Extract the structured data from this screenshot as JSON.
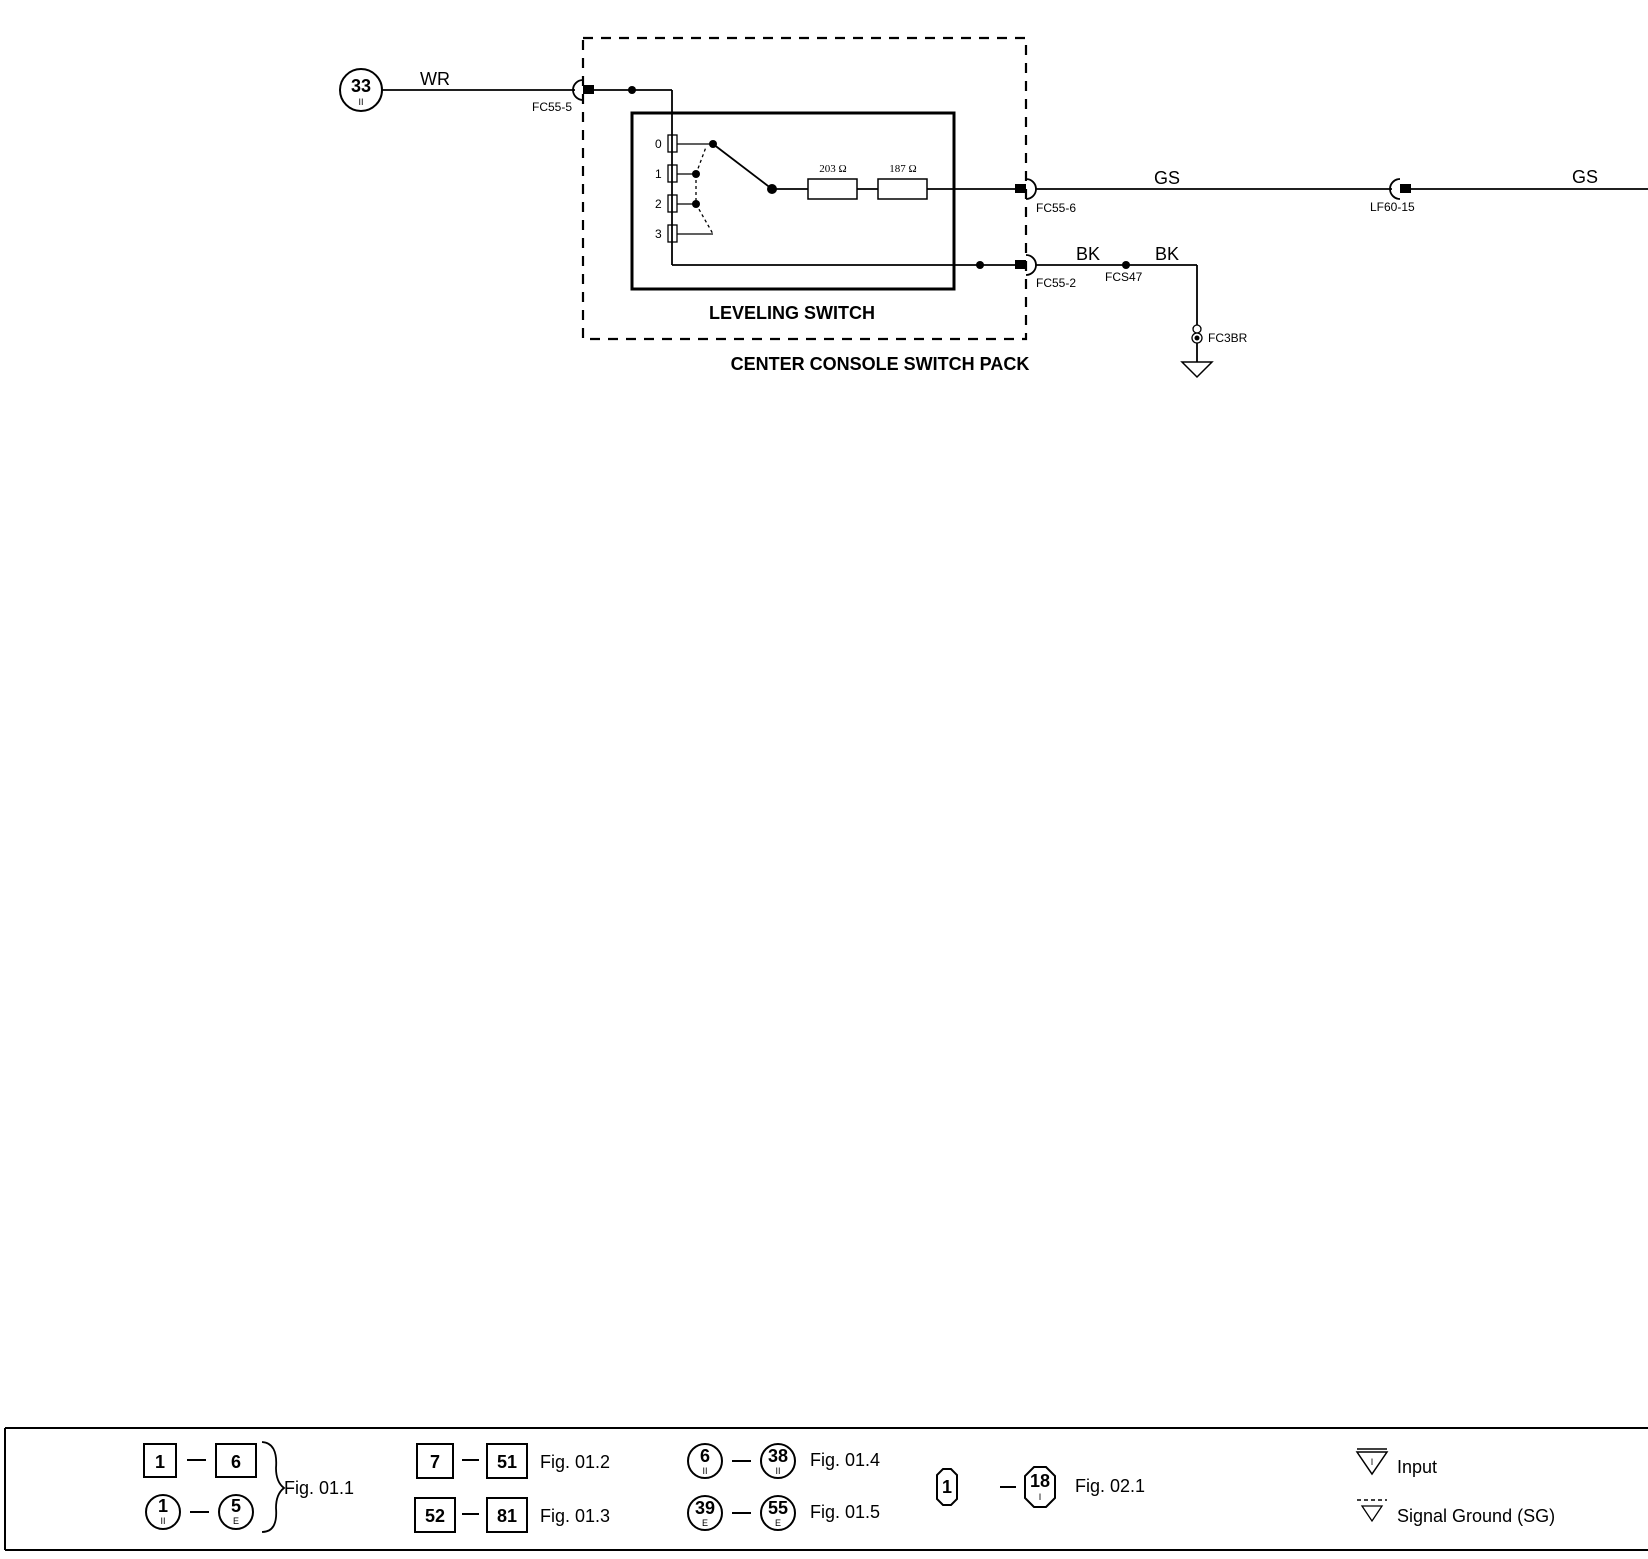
{
  "diagram": {
    "input_ref": {
      "number": "33",
      "sub": "II"
    },
    "wires": {
      "input": "WR",
      "output_left": "GS",
      "output_right": "GS",
      "ground_a": "BK",
      "ground_b": "BK"
    },
    "connectors": {
      "in": "FC55-5",
      "out": "FC55-6",
      "ground": "FC55-2",
      "inline": "LF60-15",
      "splice": "FCS47",
      "ground_point": "FC3BR"
    },
    "positions": [
      "0",
      "1",
      "2",
      "3"
    ],
    "resistors": [
      "203 Ω",
      "187 Ω"
    ],
    "inner_box_label": "LEVELING SWITCH",
    "outer_box_label": "CENTER CONSOLE SWITCH PACK"
  },
  "legend": {
    "g1": {
      "row1": {
        "from": "1",
        "to": "6"
      },
      "row2": {
        "from": "1",
        "from_sub": "II",
        "to": "5",
        "to_sub": "E"
      },
      "fig": "Fig. 01.1"
    },
    "g2": [
      {
        "from": "7",
        "to": "51",
        "fig": "Fig. 01.2"
      },
      {
        "from": "52",
        "to": "81",
        "fig": "Fig. 01.3"
      }
    ],
    "g3": [
      {
        "from": "6",
        "from_sub": "II",
        "to": "38",
        "to_sub": "II",
        "fig": "Fig. 01.4"
      },
      {
        "from": "39",
        "from_sub": "E",
        "to": "55",
        "to_sub": "E",
        "fig": "Fig. 01.5"
      }
    ],
    "g4": {
      "from": "1",
      "to": "18",
      "to_sub": "I",
      "fig": "Fig. 02.1"
    },
    "symbols": {
      "input_label": "Input",
      "input_mark": "I",
      "sg_label": "Signal Ground (SG)"
    }
  }
}
